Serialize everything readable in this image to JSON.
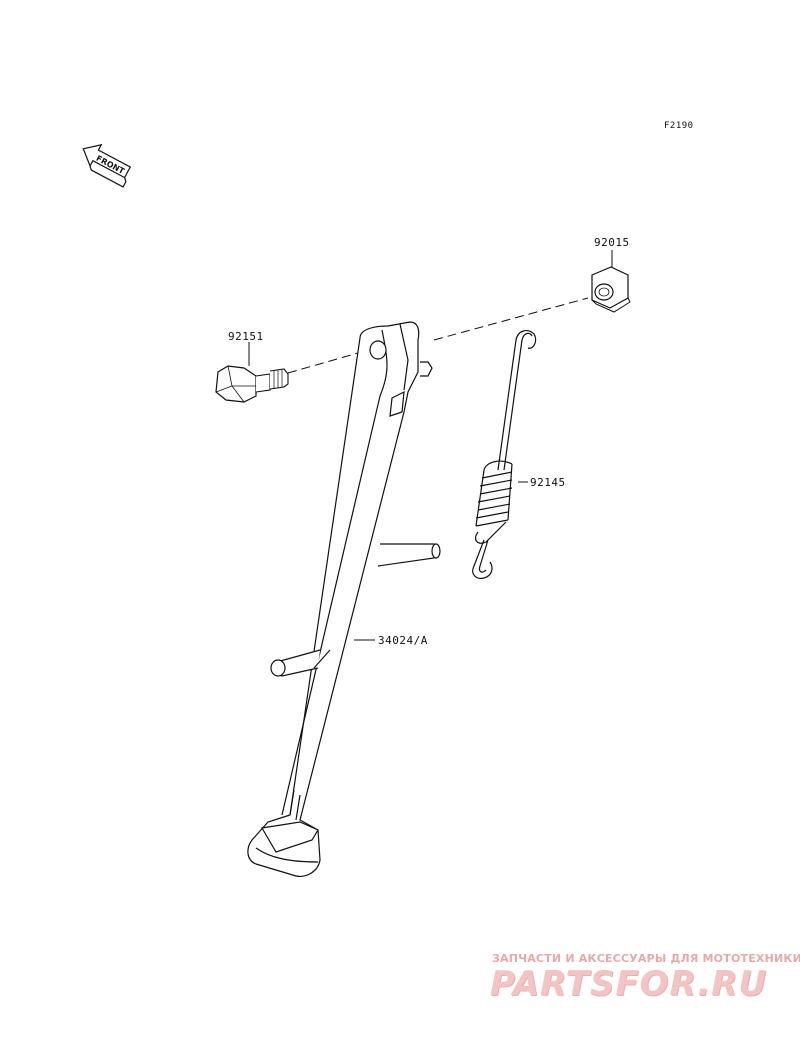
{
  "diagram": {
    "ref_code": "F2190",
    "front_label": "FRONT",
    "parts": [
      {
        "number": "92015",
        "name": "nut-label"
      },
      {
        "number": "92151",
        "name": "bolt-label"
      },
      {
        "number": "92145",
        "name": "spring-label"
      },
      {
        "number": "34024/A",
        "name": "side-stand-label"
      }
    ]
  },
  "watermark": {
    "caption": "ЗАПЧАСТИ И АКСЕССУАРЫ ДЛЯ МОТОТЕХНИКИ",
    "site": "PARTSFOR.RU",
    "color": "#e9a9a9"
  }
}
